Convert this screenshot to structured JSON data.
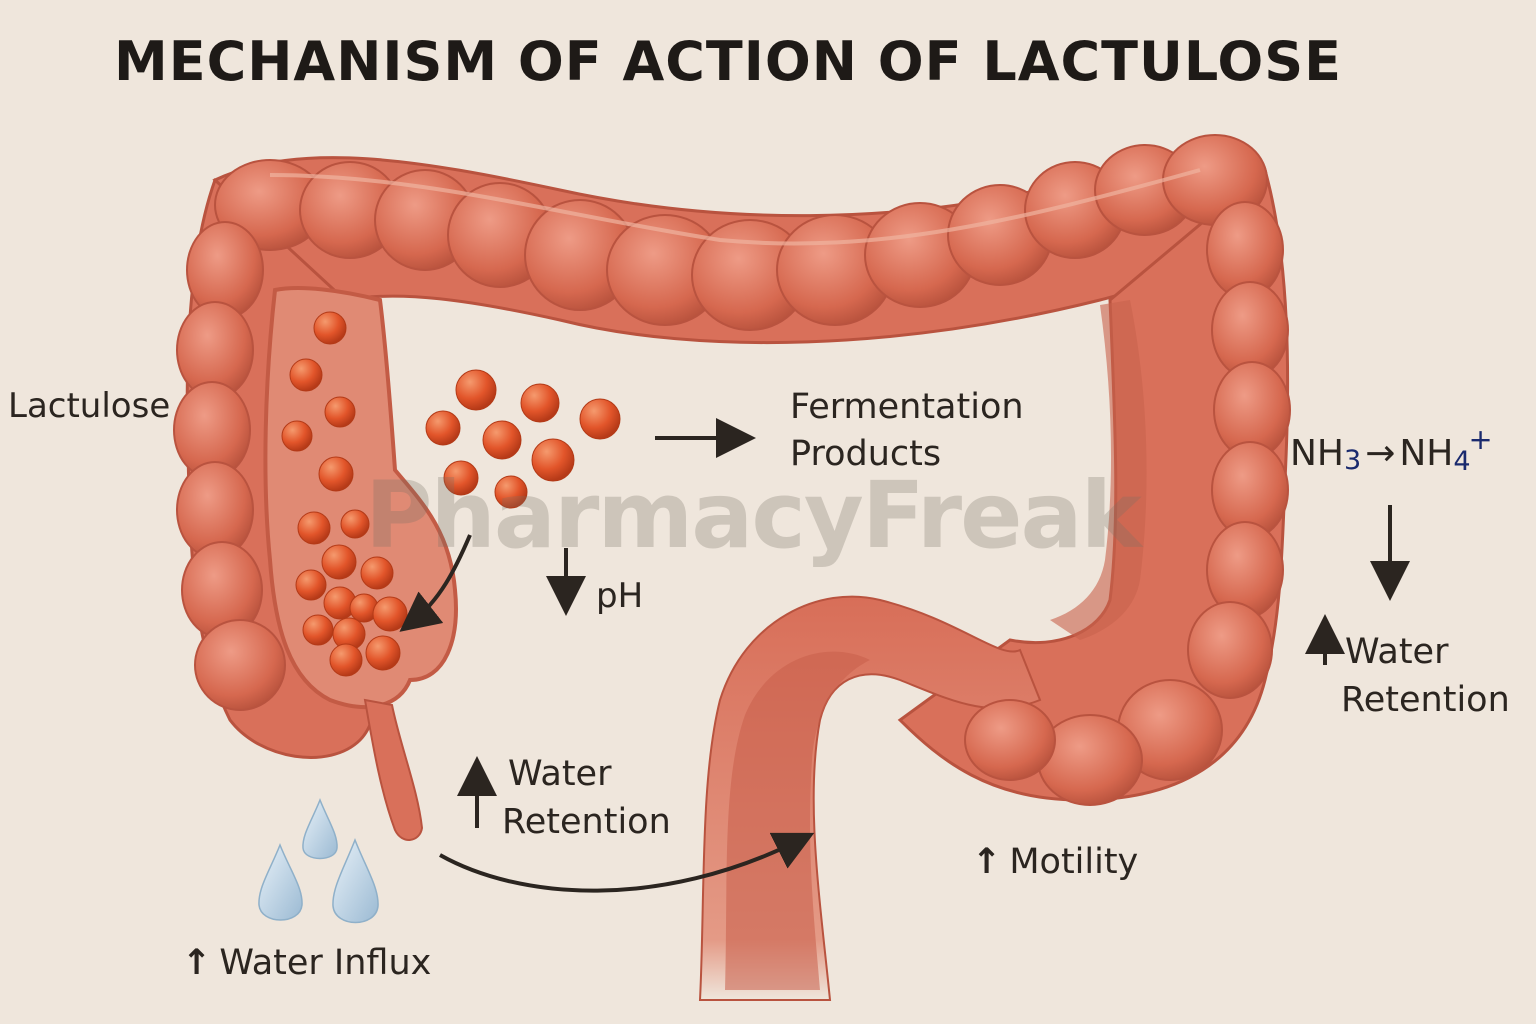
{
  "title": "MECHANISM OF ACTION OF LACTULOSE",
  "watermark": "PharmacyFreak",
  "labels": {
    "lactulose": "Lactulose",
    "fermentation_line1": "Fermentation",
    "fermentation_line2": "Products",
    "ph_arrow": "↓",
    "ph": "pH",
    "nh3_left": "NH",
    "nh3_sub": "3",
    "nh_arrow": "→",
    "nh4_left": "NH",
    "nh4_sub": "4",
    "nh4_sup": "+",
    "right_up_arrow": "↑",
    "right_water": "Water",
    "right_retention": "Retention",
    "mid_water": "Water",
    "mid_retention": "Retention",
    "motility_arrow": "↑",
    "motility": "Motility",
    "influx_arrow": "↑",
    "influx": "Water Influx"
  },
  "colors": {
    "background": "#efe6dc",
    "colon": "#d9705a",
    "colon_dark": "#b9533f",
    "colon_light": "#eb9a85",
    "lumen": "#e08a74",
    "particle": "#e2552a",
    "water_drop": "#b9d3e6",
    "text": "#2b2520",
    "ion": "#1a2a6e"
  },
  "icons": {
    "particles": "orange-sphere-particles",
    "water": "water-drop-icon"
  }
}
